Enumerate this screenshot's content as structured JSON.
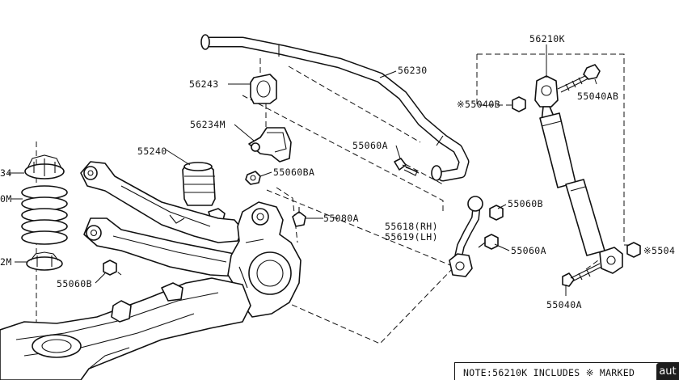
{
  "labels": {
    "stabilizer_bar": "56230",
    "stabilizer_bushing": "56243",
    "bushing_clamp": "56234M",
    "clamp_bolt": "55060BA",
    "bump_stopper": "55240",
    "link_bolt_upper": "55060A",
    "link_nut_upper": "55060B",
    "stabilizer_link": "55618(RH)",
    "stabilizer_link_lh": "55619(LH)",
    "link_nut_lower": "55060A",
    "knuckle_nut": "55080A",
    "arm_nut": "55060B",
    "spring_seat_upper": "34",
    "coil_spring": "0M",
    "spring_seat_lower": "2M",
    "shock_absorber": "56210K",
    "shock_nut_upper": "※55040B",
    "shock_bolt_upper": "55040AB",
    "shock_nut_lower": "※5504",
    "shock_bolt_lower": "55040A"
  },
  "note": "NOTE:56210K INCLUDES ※ MARKED",
  "watermark": "aut"
}
